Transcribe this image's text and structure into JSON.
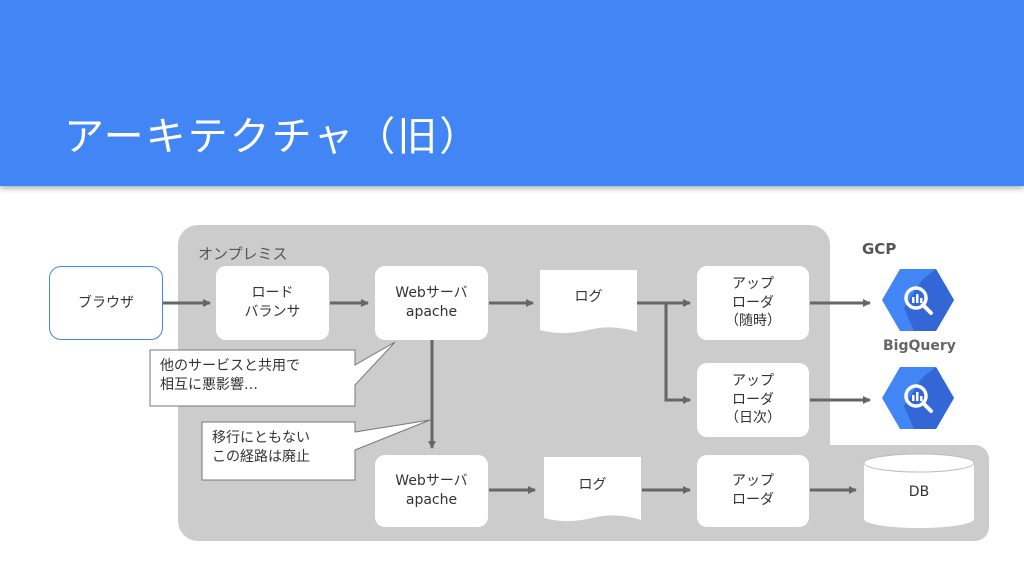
{
  "slide": {
    "title": "アーキテクチャ（旧）"
  },
  "regions": {
    "onprem_label": "オンプレミス",
    "gcp_label": "GCP"
  },
  "nodes": {
    "browser": "ブラウザ",
    "load_balancer": "ロード\nバランサ",
    "web_server_1": "Webサーバ\napache",
    "log_1": "ログ",
    "uploader_realtime": "アップ\nローダ\n（随時）",
    "uploader_daily": "アップ\nローダ\n（日次）",
    "web_server_2": "Webサーバ\napache",
    "log_2": "ログ",
    "uploader_3": "アップ\nローダ",
    "bigquery_label": "BigQuery",
    "db": "DB"
  },
  "callouts": {
    "shared_service": "他のサービスと共用で\n相互に悪影響…",
    "migration_path": "移行にともない\nこの経路は廃止"
  },
  "colors": {
    "header": "#4285f4",
    "region": "#cccccc",
    "arrow": "#666666",
    "bigquery_blue": "#4285f4"
  },
  "icons": {
    "bigquery": "bigquery-hexagon-icon"
  }
}
